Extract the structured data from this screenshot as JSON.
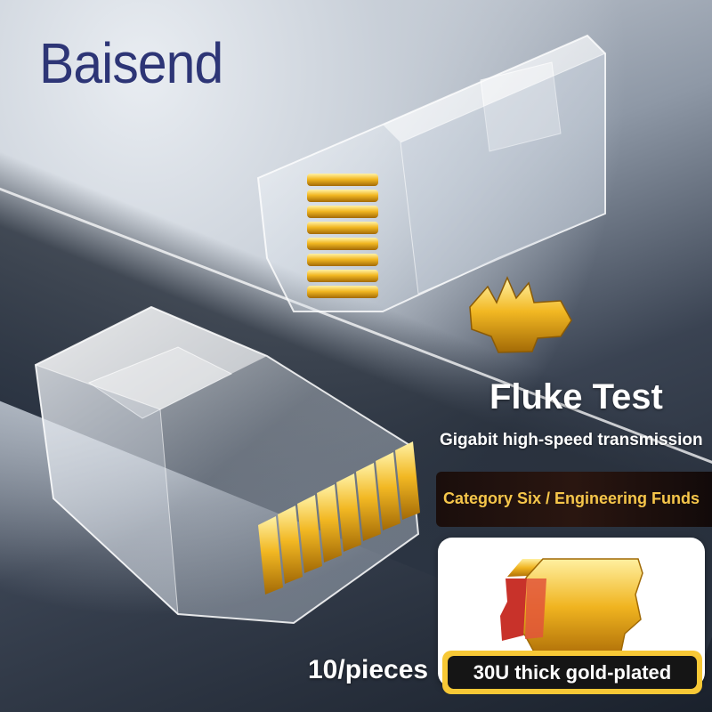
{
  "brand": {
    "name": "Baisend"
  },
  "feature": {
    "title": "Fluke Test",
    "subtitle": "Gigabit high-speed transmission",
    "category": "Category Six / Engineering Funds"
  },
  "plating": {
    "label": "30U thick gold-plated"
  },
  "quantity": {
    "label": "10/pieces"
  },
  "colors": {
    "brand_text": "#2d3576",
    "gold": "#f6c64a",
    "badge_border": "#f7c836",
    "badge_fill": "#151515",
    "contact_red": "#c8322a"
  },
  "product": {
    "items": [
      "rj45-connector-icon",
      "rj45-connector-icon",
      "gold-contact-icon",
      "gold-contact-icon"
    ]
  }
}
